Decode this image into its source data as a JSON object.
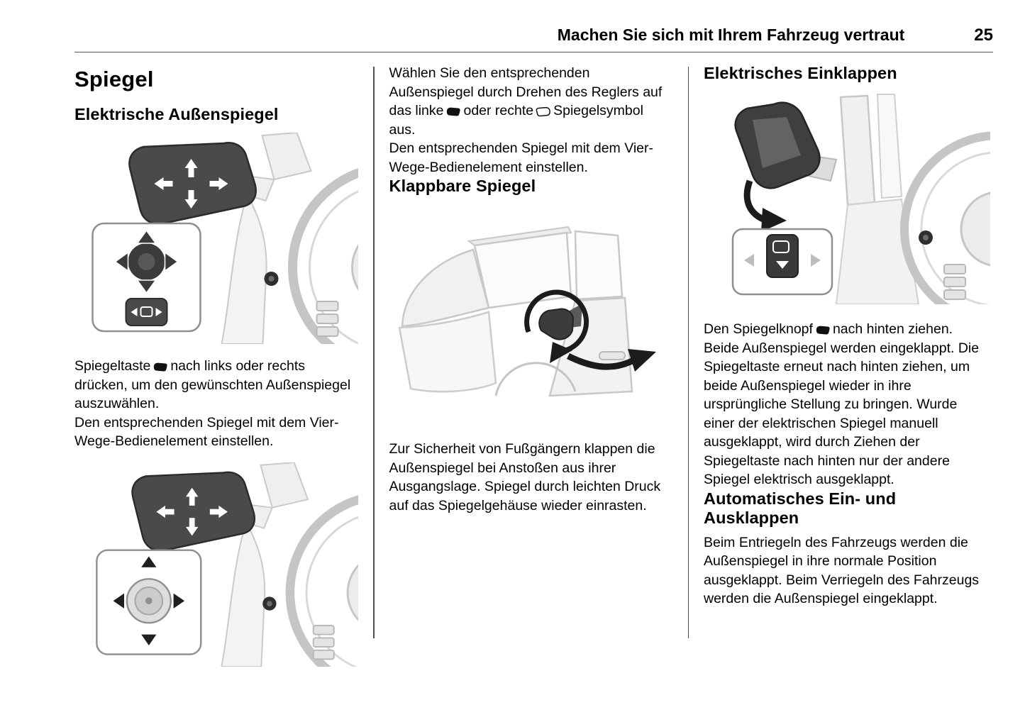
{
  "header": {
    "title": "Machen Sie sich mit Ihrem Fahrzeug vertraut",
    "page_number": "25"
  },
  "col1": {
    "title": "Spiegel",
    "heading": "Elektrische Außenspiegel",
    "para1_a": "Spiegeltaste",
    "para1_b": "nach links oder rechts drücken, um den gewünschten Außenspiegel auszuwählen.",
    "para2": "Den entsprechenden Spiegel mit dem Vier-Wege-Bedienelement einstellen."
  },
  "col2": {
    "para1_a": "Wählen Sie den entsprechenden Außenspiegel durch Drehen des Reglers auf das linke",
    "para1_b": "oder rechte",
    "para1_c": "Spiegelsymbol aus.",
    "para2": "Den entsprechenden Spiegel mit dem Vier-Wege-Bedienelement einstellen.",
    "heading": "Klappbare Spiegel",
    "para3": "Zur Sicherheit von Fußgängern klappen die Außenspiegel bei Anstoßen aus ihrer Ausgangslage. Spiegel durch leichten Druck auf das Spiegelgehäuse wieder einrasten."
  },
  "col3": {
    "heading1": "Elektrisches Einklappen",
    "para1_a": "Den Spiegelknopf",
    "para1_b": "nach hinten ziehen. Beide Außenspiegel werden eingeklappt. Die Spiegeltaste erneut nach hinten ziehen, um beide Außenspiegel wieder in ihre ursprüngliche Stellung zu bringen. Wurde einer der elektrischen Spiegel manuell ausgeklappt, wird durch Ziehen der Spiegeltaste nach hinten nur der andere Spiegel elektrisch ausgeklappt.",
    "heading2": "Automatisches Ein- und Ausklappen",
    "para2": "Beim Entriegeln des Fahrzeugs werden die Außenspiegel in ihre normale Position ausgeklappt. Beim Verriegeln des Fahrzeugs werden die Außenspiegel eingeklappt."
  },
  "icons": {
    "mirror_left": "mirror-left-icon (filled door-mirror glyph)",
    "mirror_right": "mirror-right-icon (outline door-mirror glyph)"
  },
  "illustrations": {
    "fig1": "electric mirror adjustment with four-way pad control",
    "fig2": "electric mirror adjustment with rotary knob control",
    "fig3": "foldable exterior mirror on vehicle body",
    "fig4": "electric folding mirror with door switch"
  },
  "colors": {
    "text": "#000000",
    "rule": "#5a5a5a",
    "illustration_dark": "#3f3f3f",
    "illustration_light": "#ededed"
  }
}
